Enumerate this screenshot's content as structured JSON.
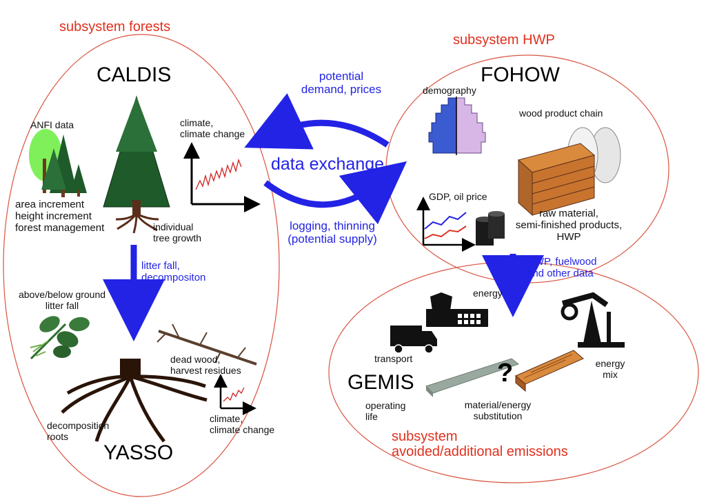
{
  "subsystems": {
    "forests": "subsystem forests",
    "hwp": "subsystem HWP",
    "emissions_line1": "subsystem",
    "emissions_line2": "avoided/additional emissions"
  },
  "models": {
    "caldis": "CALDIS",
    "fohow": "FOHOW",
    "yasso": "YASSO",
    "gemis": "GEMIS"
  },
  "flows": {
    "demand_line1": "potential",
    "demand_line2": "demand, prices",
    "exchange": "data exchange",
    "supply_line1": "logging, thinning",
    "supply_line2": "(potential supply)",
    "litter_line1": "litter fall,",
    "litter_line2": "decompositon",
    "hwp_line1": "HWP, fuelwood",
    "hwp_line2": "and other data"
  },
  "forest_labels": {
    "anfi": "ANFI data",
    "increments_line1": "area increment",
    "increments_line2": "height increment",
    "increments_line3": "forest management",
    "climate_line1": "climate,",
    "climate_line2": "climate change",
    "tree_growth_line1": "individual",
    "tree_growth_line2": "tree growth",
    "litter_ground_line1": "above/below ground",
    "litter_ground_line2": "litter fall",
    "deadwood_line1": "dead wood,",
    "deadwood_line2": "harvest residues",
    "decomp_line1": "decomposition",
    "decomp_line2": "roots",
    "climate2_line1": "climate,",
    "climate2_line2": "climate change"
  },
  "hwp_labels": {
    "demography": "demography",
    "chain": "wood product chain",
    "gdp": "GDP, oil price",
    "raw_line1": "raw material,",
    "raw_line2": "semi-finished products,",
    "raw_line3": "HWP"
  },
  "emission_labels": {
    "energy": "energy",
    "transport": "transport",
    "energy_mix_line1": "energy",
    "energy_mix_line2": "mix",
    "operating_line1": "operating",
    "operating_line2": "life",
    "substitution_line1": "material/energy",
    "substitution_line2": "substitution",
    "question": "?"
  },
  "colors": {
    "ellipse_outline": "#d9533f",
    "subsystem_text": "#e0301e",
    "flow_arrow": "#2323e6",
    "tree_green": "#1e5a2a",
    "trunk_brown": "#5a2e1a",
    "wood": "#c8742e",
    "pyramid_male": "#3b5bd1",
    "pyramid_female": "#d8b6e6"
  }
}
